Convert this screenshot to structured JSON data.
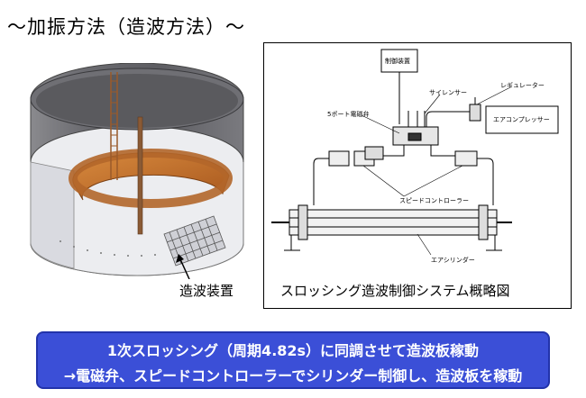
{
  "title": "～加振方法（造波方法）～",
  "tank_caption": "造波装置",
  "diagram": {
    "caption": "スロッシング造波制御システム概略図",
    "labels": {
      "controller": "制御装置",
      "silencer": "サイレンサー",
      "regulator": "レギュレーター",
      "compressor": "エアコンプレッサー",
      "valve": "5ポート電磁弁",
      "speed_controller": "スピードコントローラー",
      "cylinder": "エアシリンダー"
    }
  },
  "callout": {
    "line1": "1次スロッシング（周期4.82s）に同調させて造波板稼動",
    "line2": "→電磁弁、スピードコントローラーでシリンダー制御し、造波板を稼動"
  },
  "colors": {
    "tank_gray": "#6e6e72",
    "ring_orange": "#c8762e",
    "callout_blue": "#3b4fd7"
  }
}
